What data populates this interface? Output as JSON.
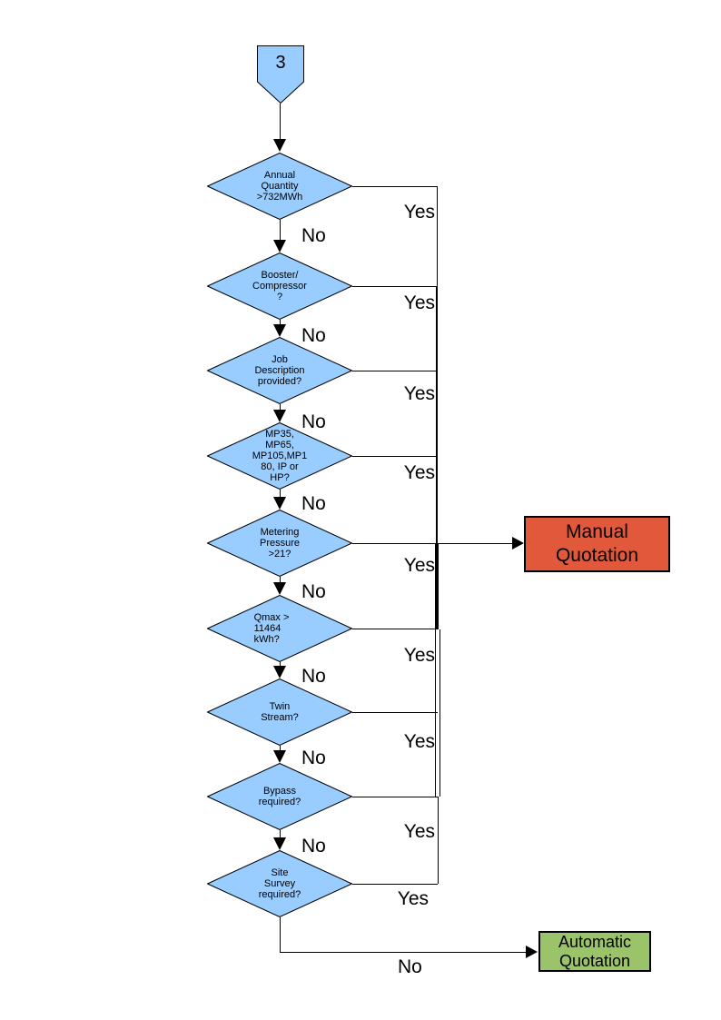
{
  "connector": {
    "label": "3"
  },
  "decisions": [
    {
      "label": "Annual\nQuantity\n>732MWh"
    },
    {
      "label": "Booster/\nCompressor\n?"
    },
    {
      "label": "Job\nDescription\nprovided?"
    },
    {
      "label": "MP35,\nMP65,\nMP105,MP1\n80, IP or\nHP?"
    },
    {
      "label": "Metering\nPressure\n>21?"
    },
    {
      "label": "Qmax >\n11464\nkWh?"
    },
    {
      "label": "Twin\nStream?"
    },
    {
      "label": "Bypass\nrequired?"
    },
    {
      "label": "Site\nSurvey\nrequired?"
    }
  ],
  "labels": {
    "yes": "Yes",
    "no": "No"
  },
  "outcomes": {
    "manual": {
      "label": "Manual\nQuotation",
      "fill": "#E2583B"
    },
    "automatic": {
      "label": "Automatic\nQuotation",
      "fill": "#9BC36A"
    }
  },
  "colors": {
    "decision_fill": "#99CCFF",
    "stroke": "#000000"
  }
}
